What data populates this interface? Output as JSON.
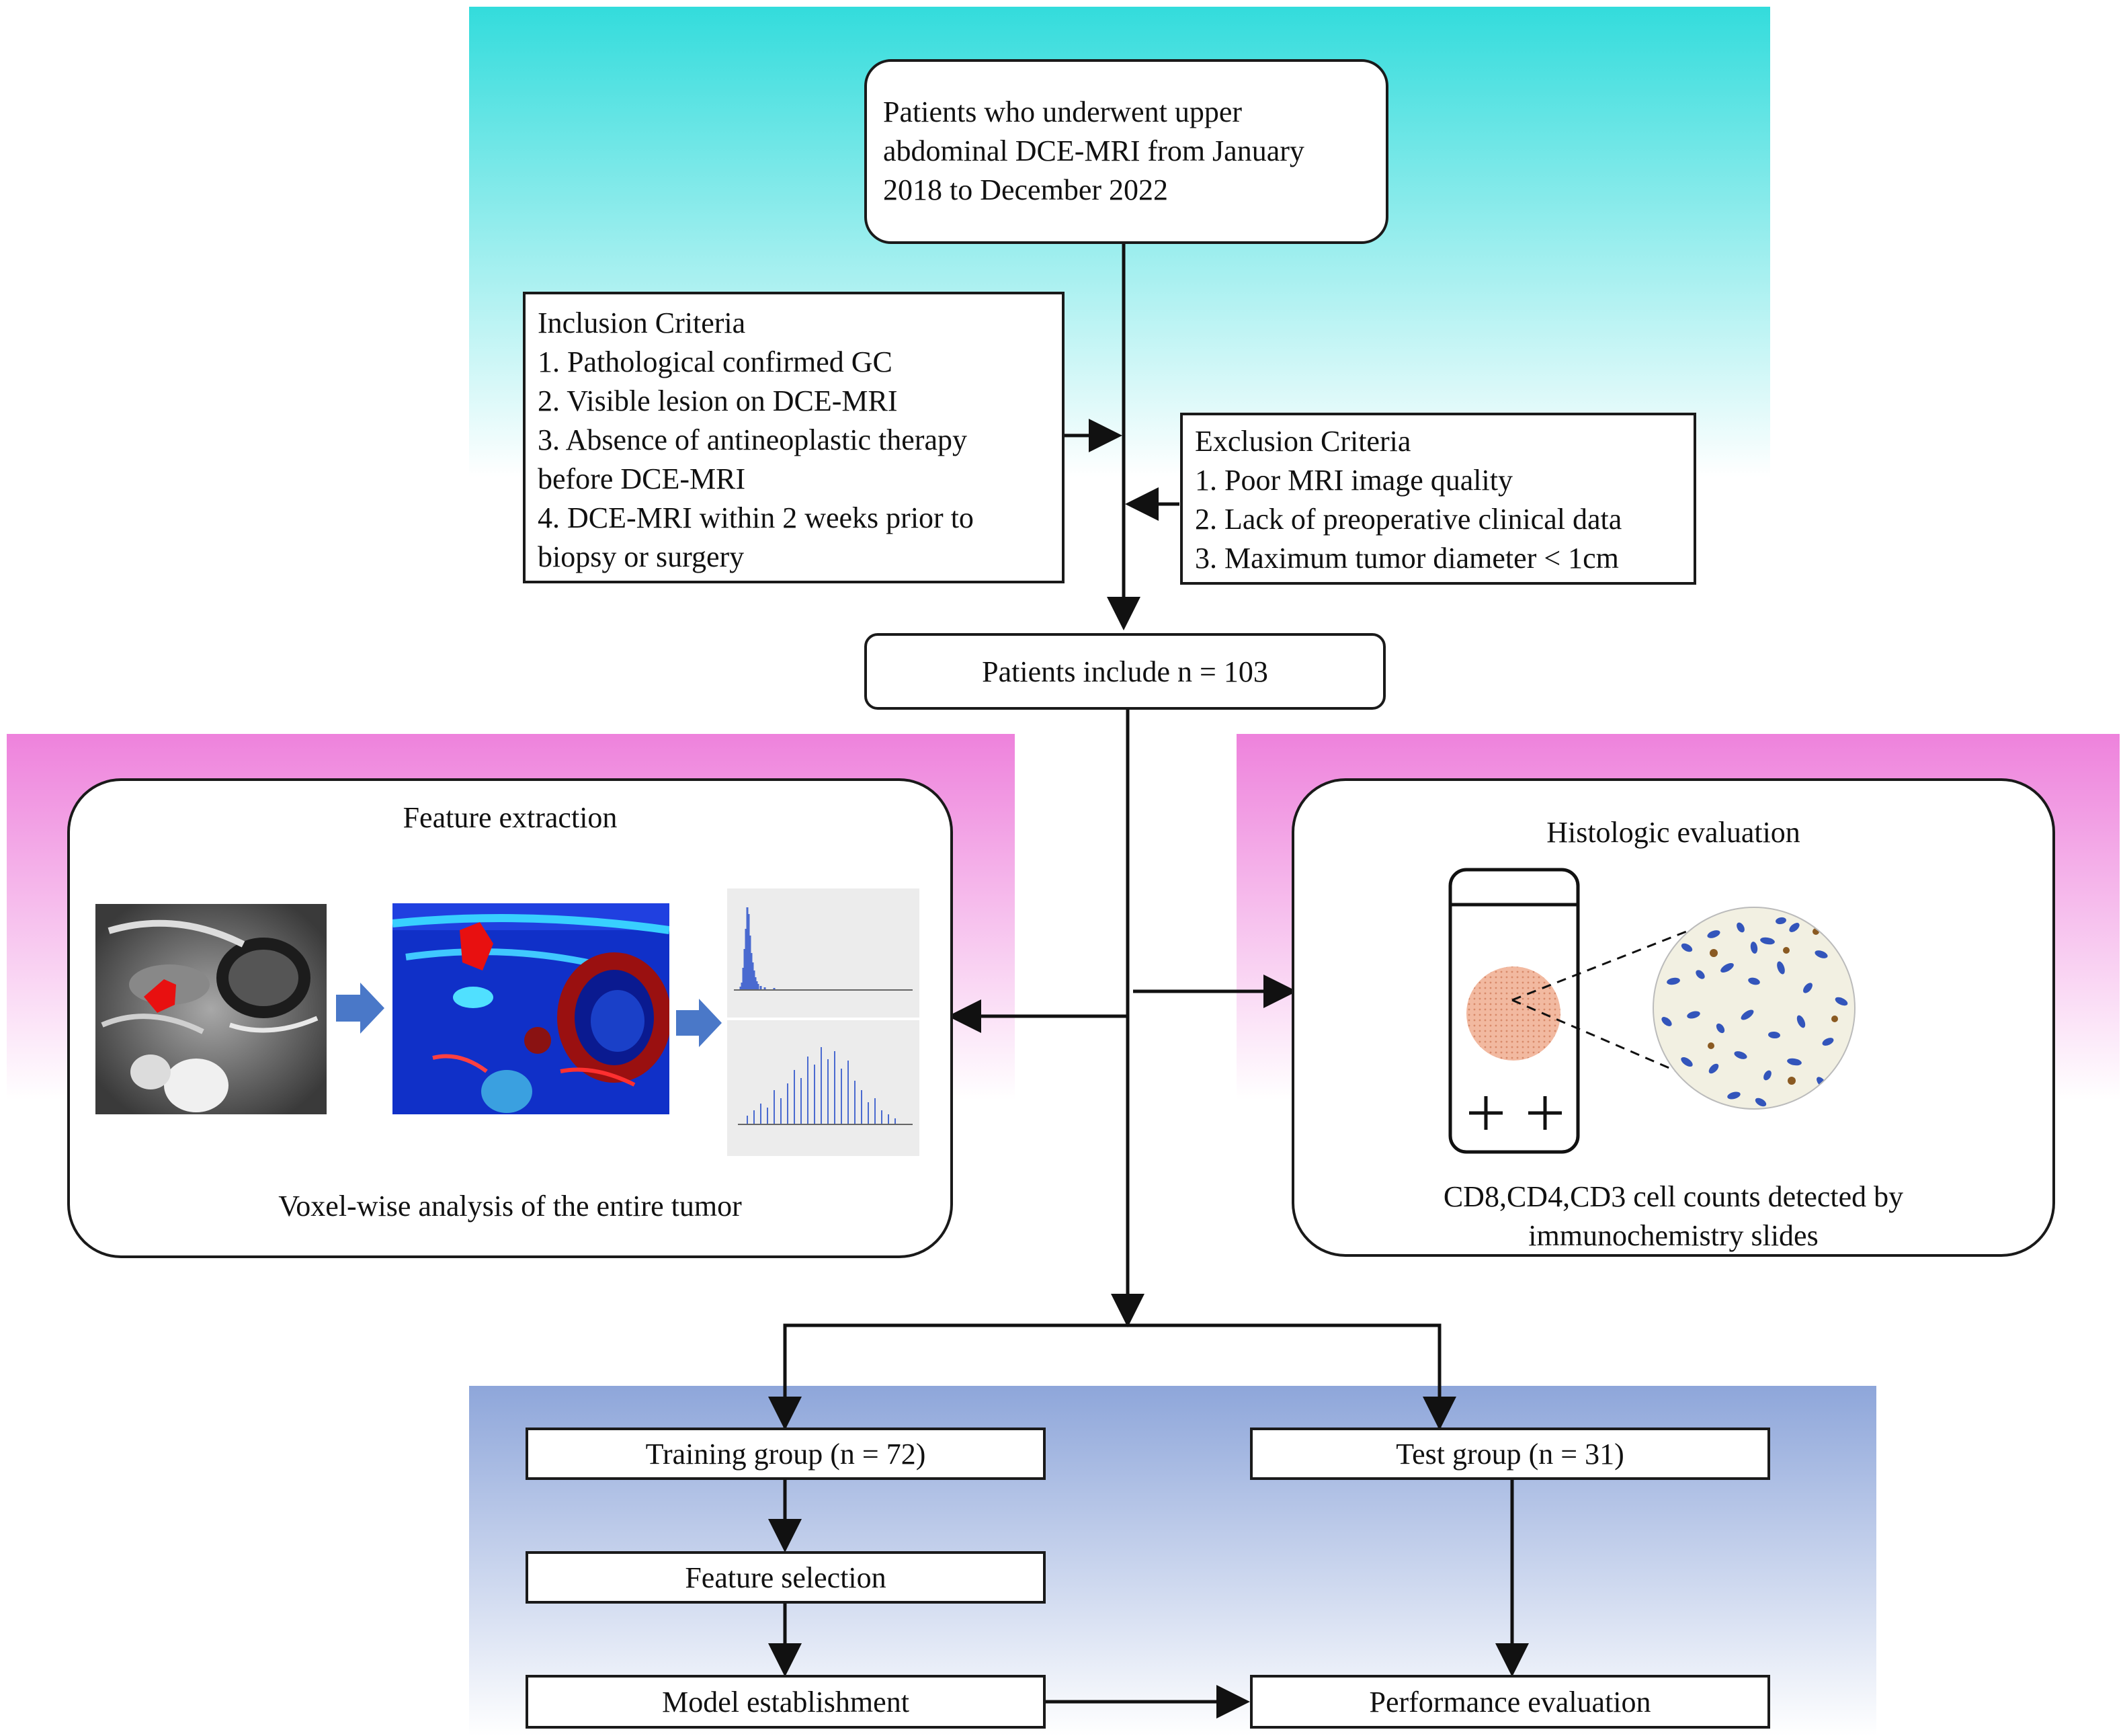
{
  "panels": {
    "top_gradient": {
      "from": "#33dcdc",
      "to": "#ffffff"
    },
    "left_gradient": {
      "from": "#ee82dc",
      "to": "#ffffff"
    },
    "right_gradient": {
      "from": "#ee82dc",
      "to": "#ffffff"
    },
    "bottom_gradient": {
      "from": "#8ea6da",
      "to": "#ffffff"
    }
  },
  "start_box": {
    "lines": [
      "Patients who underwent upper",
      "abdominal DCE-MRI from January",
      "2018 to December 2022"
    ]
  },
  "inclusion": {
    "title": "Inclusion Criteria",
    "items": [
      "1. Pathological confirmed GC",
      "2. Visible lesion on DCE-MRI",
      "3. Absence of antineoplastic therapy",
      "before DCE-MRI",
      "4. DCE-MRI within 2 weeks prior to",
      "biopsy or surgery"
    ]
  },
  "exclusion": {
    "title": "Exclusion Criteria",
    "items": [
      "1.   Poor MRI image quality",
      "2. Lack of preoperative clinical data",
      "3. Maximum tumor diameter < 1cm"
    ]
  },
  "patients_box": {
    "label": "Patients include n = 103"
  },
  "feature_extraction": {
    "title": "Feature extraction",
    "caption": "Voxel-wise analysis of the entire tumor",
    "images": [
      "mri-grayscale-slice",
      "mri-colormap-slice",
      "histogram-plots"
    ]
  },
  "histologic": {
    "title": "Histologic evaluation",
    "caption_lines": [
      "CD8,CD4,CD3 cell counts detected by",
      "immunochemistry slides"
    ]
  },
  "training_box": {
    "label": "Training group (n = 72)"
  },
  "test_box": {
    "label": "Test group (n = 31)"
  },
  "feature_selection_box": {
    "label": "Feature selection"
  },
  "model_box": {
    "label": "Model establishment"
  },
  "performance_box": {
    "label": "Performance evaluation"
  },
  "icons": {
    "arrow": "block-arrow-right-icon",
    "plus": "plus-icon"
  },
  "colors": {
    "tumor_red": "#e81010",
    "block_arrow_blue": "#4a78c8",
    "tissue_circle": "#f2b9a0",
    "stain_blue": "#3355bb"
  }
}
